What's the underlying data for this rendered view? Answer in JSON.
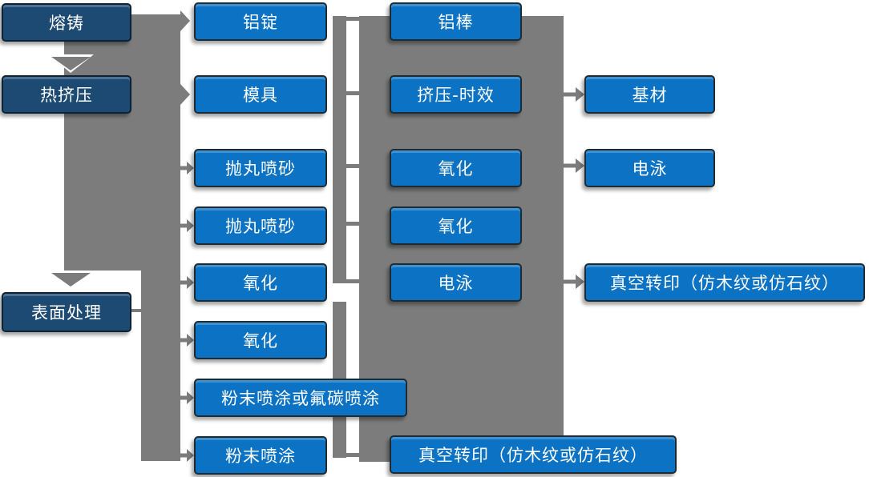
{
  "colors": {
    "primary_blue": "#0b72c4",
    "dark_blue": "#1d4a73",
    "connector_gray": "#7c7c7c",
    "text_white": "#ffffff"
  },
  "nodes": [
    {
      "label": "熔铸"
    },
    {
      "label": "热挤压"
    },
    {
      "label": "表面处理"
    },
    {
      "label": "铝锭"
    },
    {
      "label": "模具"
    },
    {
      "label": "抛丸喷砂"
    },
    {
      "label": "抛丸喷砂"
    },
    {
      "label": "氧化"
    },
    {
      "label": "氧化"
    },
    {
      "label": "粉末喷涂或氟碳喷涂"
    },
    {
      "label": "粉末喷涂"
    },
    {
      "label": "铝棒"
    },
    {
      "label": "挤压-时效"
    },
    {
      "label": "氧化"
    },
    {
      "label": "氧化"
    },
    {
      "label": "电泳"
    },
    {
      "label": "真空转印（仿木纹或仿石纹）"
    },
    {
      "label": "基材"
    },
    {
      "label": "电泳"
    },
    {
      "label": "真空转印（仿木纹或仿石纹）"
    }
  ]
}
